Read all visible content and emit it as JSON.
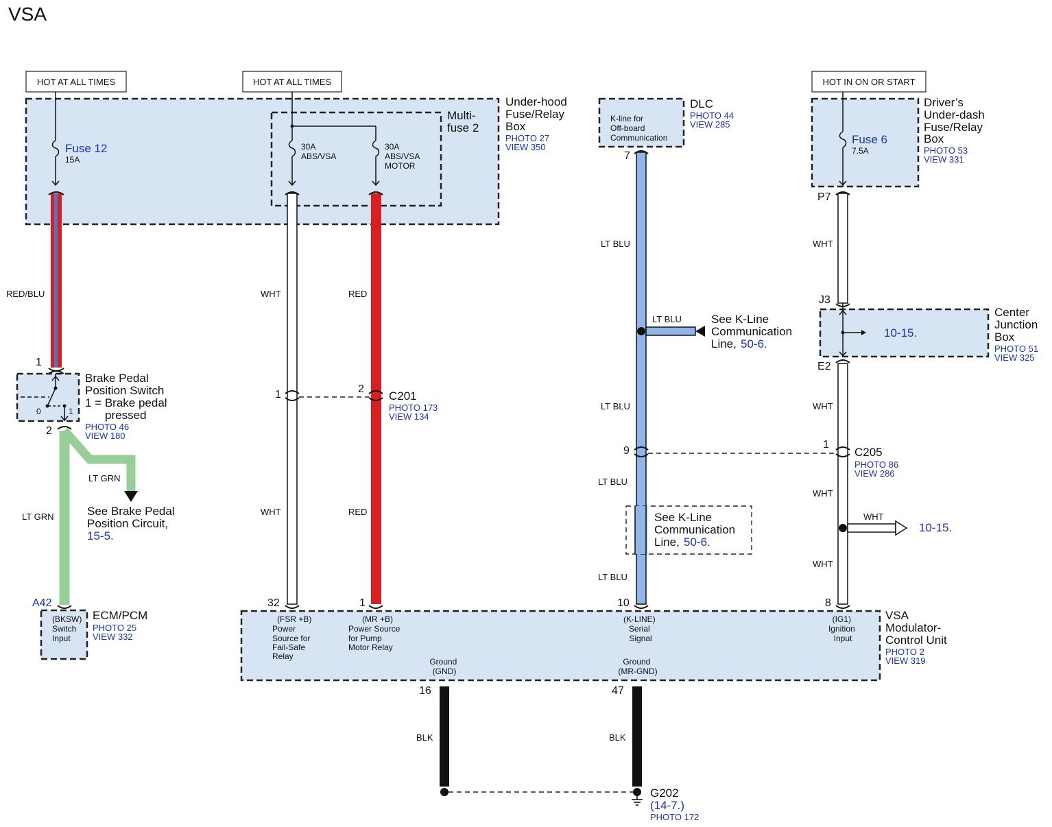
{
  "title": "VSA",
  "headers": {
    "h1": "HOT AT ALL TIMES",
    "h2": "HOT AT ALL TIMES",
    "h3": "HOT IN ON OR START"
  },
  "underhood_box": {
    "name_lines": [
      "Under-hood",
      "Fuse/Relay",
      "Box"
    ],
    "photo": "PHOTO 27",
    "view": "VIEW 350",
    "fuse": "Fuse 12",
    "fuse_rating": "15A",
    "multifuse_lines": [
      "Multi-",
      "fuse 2"
    ],
    "fuse_a_lines": [
      "30A",
      "ABS/VSA"
    ],
    "fuse_b_lines": [
      "30A",
      "ABS/VSA",
      "MOTOR"
    ]
  },
  "dlc": {
    "name": "DLC",
    "photo": "PHOTO 44",
    "view": "VIEW 285",
    "desc_lines": [
      "K-line for",
      "Off-board",
      "Communication"
    ],
    "pin": "7"
  },
  "driver_box": {
    "name_lines": [
      "Driver’s",
      "Under-dash",
      "Fuse/Relay",
      "Box"
    ],
    "photo": "PHOTO 53",
    "view": "VIEW 331",
    "fuse": "Fuse 6",
    "fuse_rating": "7.5A",
    "pin": "P7"
  },
  "center_jbox": {
    "name_lines": [
      "Center",
      "Junction",
      "Box"
    ],
    "photo": "PHOTO 51",
    "view": "VIEW 325",
    "ref": "10-15.",
    "pin_top": "J3",
    "pin_bottom": "E2"
  },
  "brake_switch": {
    "name_lines": [
      "Brake Pedal",
      "Position Switch",
      "1 = Brake pedal",
      "pressed"
    ],
    "photo": "PHOTO 46",
    "view": "VIEW 180",
    "pin_top": "1",
    "pin_bottom": "2",
    "pos0": "0",
    "pos1": "1"
  },
  "brake_ref": {
    "lines": [
      "See Brake Pedal",
      "Position Circuit,"
    ],
    "ref": "15-5."
  },
  "ecm": {
    "name": "ECM/PCM",
    "photo": "PHOTO 25",
    "view": "VIEW 332",
    "pin": "A42",
    "desc_lines": [
      "(BKSW)",
      "Switch",
      "Input"
    ]
  },
  "c201": {
    "name": "C201",
    "photo": "PHOTO 173",
    "view": "VIEW 134",
    "pin_left": "1",
    "pin_right": "2"
  },
  "c205": {
    "name": "C205",
    "photo": "PHOTO 86",
    "view": "VIEW 286",
    "pin_left": "9",
    "pin_right": "1"
  },
  "kline_ref1": {
    "lines": [
      "See K-Line",
      "Communication",
      "Line,"
    ],
    "ref": "50-6."
  },
  "kline_ref2": {
    "lines": [
      "See K-Line",
      "Communication",
      "Line,"
    ],
    "ref": "50-6."
  },
  "wht_ref": {
    "label": "WHT",
    "ref": "10-15."
  },
  "wires": {
    "red_blu": "RED/BLU",
    "lt_grn_1": "LT GRN",
    "lt_grn_2": "LT GRN",
    "wht_1": "WHT",
    "wht_2": "WHT",
    "red_1": "RED",
    "red_2": "RED",
    "lt_blu_1": "LT BLU",
    "lt_blu_2": "LT BLU",
    "lt_blu_3": "LT BLU",
    "lt_blu_4": "LT BLU",
    "lt_blu_5": "LT BLU",
    "wht_r1": "WHT",
    "wht_r2": "WHT",
    "wht_r3": "WHT",
    "wht_r4": "WHT",
    "blk_1": "BLK",
    "blk_2": "BLK"
  },
  "vsa_unit": {
    "name_lines": [
      "VSA",
      "Modulator-",
      "Control Unit"
    ],
    "photo": "PHOTO 2",
    "view": "VIEW 319",
    "pins": {
      "p32": "32",
      "p1": "1",
      "p10": "10",
      "p8": "8",
      "p16": "16",
      "p47": "47"
    },
    "fsr_lines": [
      "(FSR +B)",
      "Power",
      "Source for",
      "Fail-Safe",
      "Relay"
    ],
    "mr_lines": [
      "(MR +B)",
      "Power Source",
      "for Pump",
      "Motor Relay"
    ],
    "kline_lines": [
      "(K-LINE)",
      "Serial",
      "Signal"
    ],
    "ig1_lines": [
      "(IG1)",
      "Ignition",
      "Input"
    ],
    "gnd_lines": [
      "Ground",
      "(GND)"
    ],
    "mrgnd_lines": [
      "Ground",
      "(MR-GND)"
    ]
  },
  "ground": {
    "name": "G202",
    "ref": "(14-7.)",
    "photo": "PHOTO 172"
  },
  "colors": {
    "box_fill": "#d6e4f3",
    "red": "#d91f1f",
    "blue": "#8fb6e6",
    "green": "#98cf98",
    "black": "#111111",
    "link": "#1a33b5"
  }
}
